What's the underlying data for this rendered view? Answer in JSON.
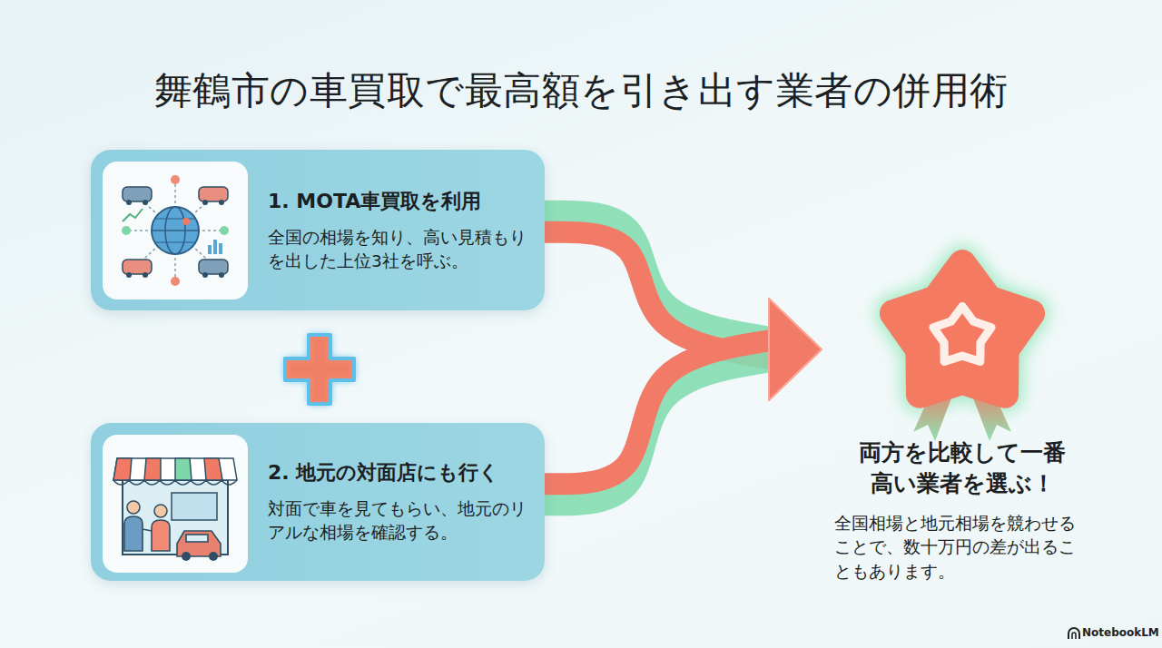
{
  "diagram": {
    "title": "舞鶴市の車買取で最高額を引き出す業者の併用術",
    "nodes": [
      {
        "text": [
          "1. MOTA車買取を利用",
          "全国の相場を知り、高い見積もりを出した上位3社を呼ぶ。"
        ]
      },
      {
        "text": [
          "2. 地元の対面店にも行く",
          "対面で車を見てもらい、地元のリアルな相場を確認する。"
        ]
      },
      {
        "text": [
          "両方を比較して一番高い業者を選ぶ！",
          "全国相場と地元相場を競わせることで、数十万円の差が出ることもあります。"
        ]
      }
    ],
    "edges": [
      {
        "from": 0,
        "to": 2,
        "arrow": "to"
      },
      {
        "from": 1,
        "to": 2,
        "arrow": "to"
      }
    ],
    "labels": [
      "NotebookLM"
    ]
  }
}
